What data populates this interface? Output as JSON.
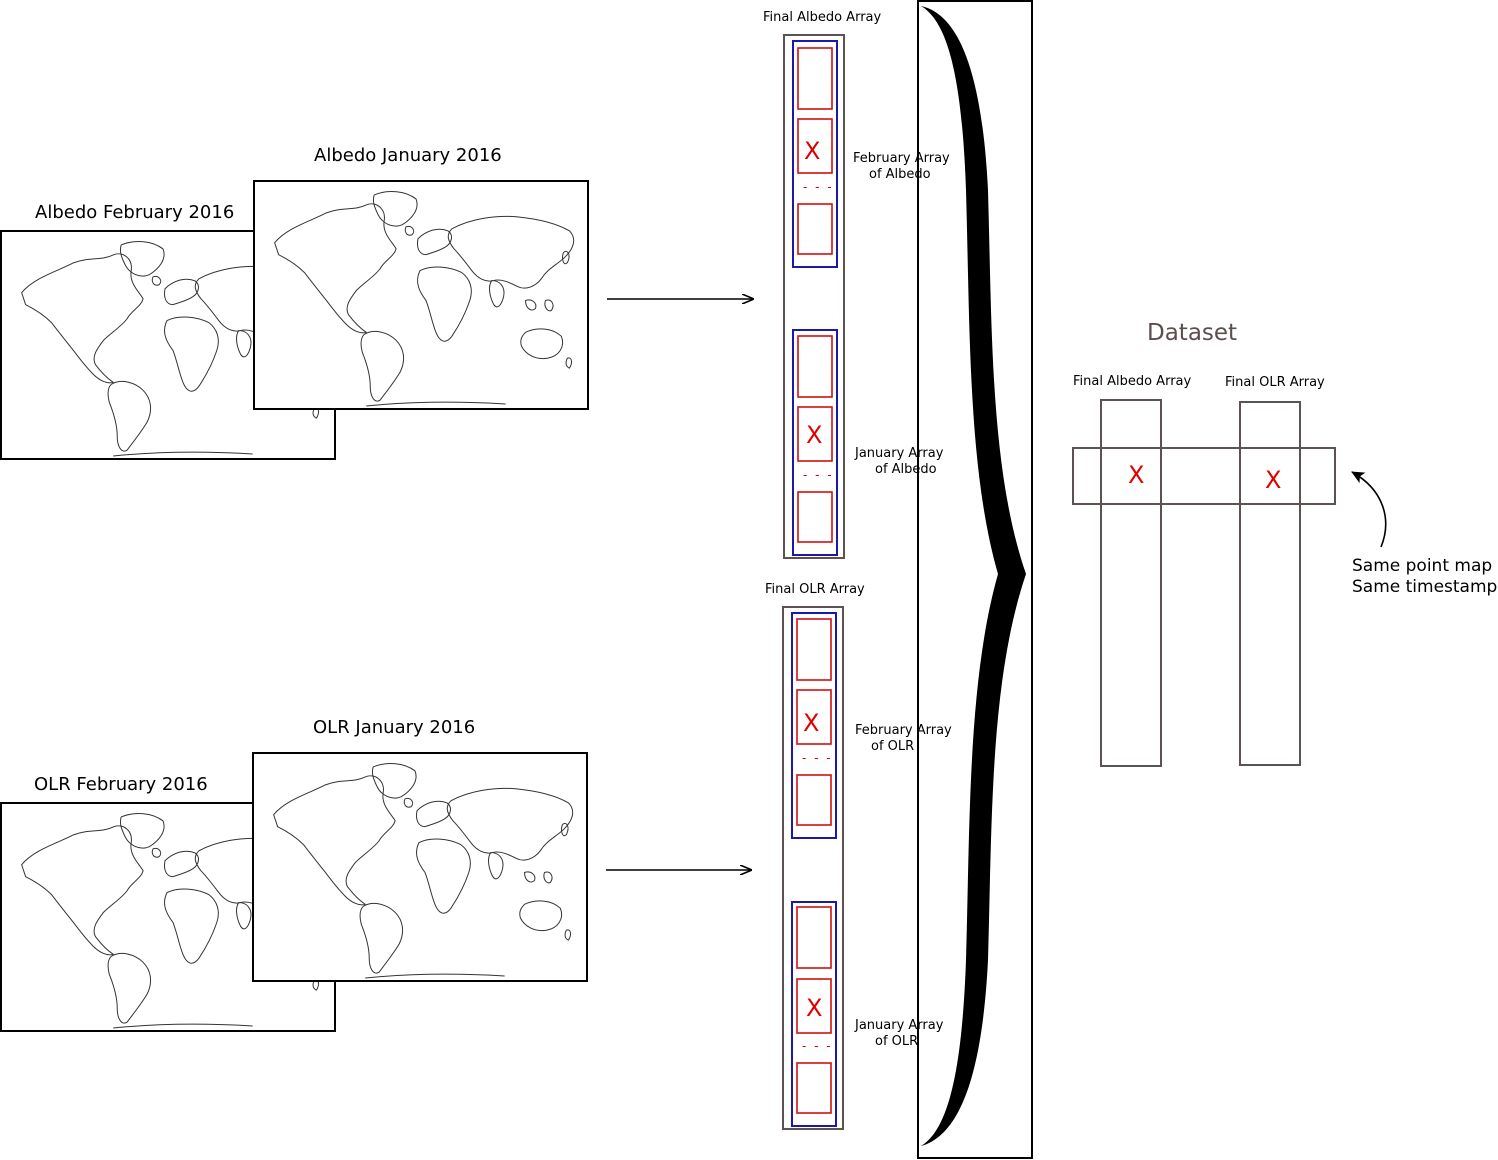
{
  "maps": {
    "albedo_feb": "Albedo February 2016",
    "albedo_jan": "Albedo January 2016",
    "olr_feb": "OLR February 2016",
    "olr_jan": "OLR January 2016"
  },
  "arrays": {
    "final_albedo": "Final Albedo Array",
    "final_olr": "Final OLR Array",
    "feb_albedo": [
      "February Array",
      "of Albedo"
    ],
    "jan_albedo": [
      "January Array",
      "of Albedo"
    ],
    "feb_olr": [
      "February Array",
      "of OLR"
    ],
    "jan_olr": [
      "January Array",
      "of OLR"
    ],
    "cell_mark": "X",
    "ellipsis": "- - -"
  },
  "dataset": {
    "title": "Dataset",
    "col_albedo": "Final Albedo Array",
    "col_olr": "Final OLR Array",
    "mark": "X",
    "note": [
      "Same point map",
      "Same timestamp"
    ]
  },
  "colors": {
    "map_outline": "#000000",
    "array_outline": "#5d5252",
    "month_outline": "#1a1aa8",
    "cell_outline": "#d21010",
    "mark": "#e00000",
    "dataset_title": "#5d4e4e"
  }
}
